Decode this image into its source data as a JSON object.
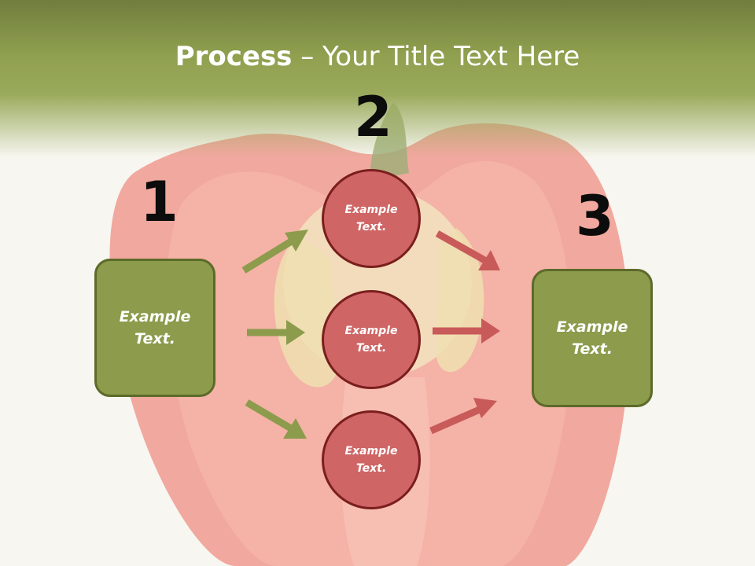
{
  "slide": {
    "title_bold": "Process",
    "title_rest": " – Your Title Text Here",
    "colors": {
      "green": "#8c9b4c",
      "green_border": "#5c6a2a",
      "red": "#cf6565",
      "red_border": "#7a1e1e",
      "arrow_green": "#8c9b4c",
      "arrow_red": "#c85a5a"
    }
  },
  "steps": {
    "step1": {
      "number": "1",
      "text": "Example Text."
    },
    "step2": {
      "number": "2",
      "items": [
        {
          "text": "Example Text."
        },
        {
          "text": "Example Text."
        },
        {
          "text": "Example Text."
        }
      ]
    },
    "step3": {
      "number": "3",
      "text": "Example Text."
    }
  }
}
